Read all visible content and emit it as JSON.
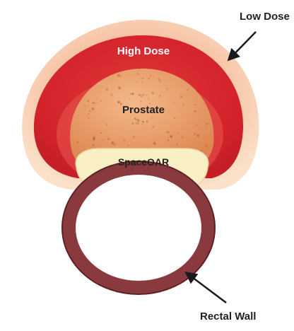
{
  "labels": {
    "low_dose": "Low Dose",
    "high_dose": "High Dose",
    "prostate": "Prostate",
    "spaceoar": "SpaceOAR",
    "rectal_wall": "Rectal Wall"
  },
  "colors": {
    "low_dose_zone": "#f7c8a8",
    "high_dose_zone": "#d7262e",
    "prostate": "#e7955d",
    "prostate_dots": "#b86a3a",
    "spaceoar": "#f8efc5",
    "rectal_wall": "#8a3a3e",
    "rectal_wall_outline": "#5d2125",
    "arrow": "#1a1a1a",
    "high_dose_text": "#ffffff",
    "dark_text": "#222222"
  }
}
